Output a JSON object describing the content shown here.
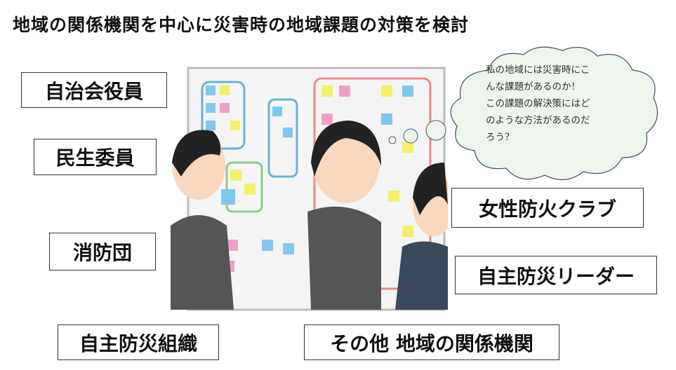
{
  "title": "地域の関係機関を中心に災害時の地域課題の対策を検討",
  "labels": {
    "jichikai": "自治会役員",
    "minsei": "民生委員",
    "shobodan": "消防団",
    "jishubosai_soshiki": "自主防災組織",
    "sonota": "その他 地域の関係機関",
    "josei": "女性防火クラブ",
    "leader": "自主防災リーダー"
  },
  "thought_bubble": "私の地域には災害時にこ\nんな課題があるのか！\nこの課題の解決策にはど\nのような方法があるのだ\nろう？",
  "colors": {
    "cloud_fill": "#eef5ec",
    "cloud_stroke": "#4a5a6a",
    "note_blue": "#7fc8ec",
    "note_yellow": "#f3ef6a",
    "note_pink": "#f0a0c8"
  }
}
